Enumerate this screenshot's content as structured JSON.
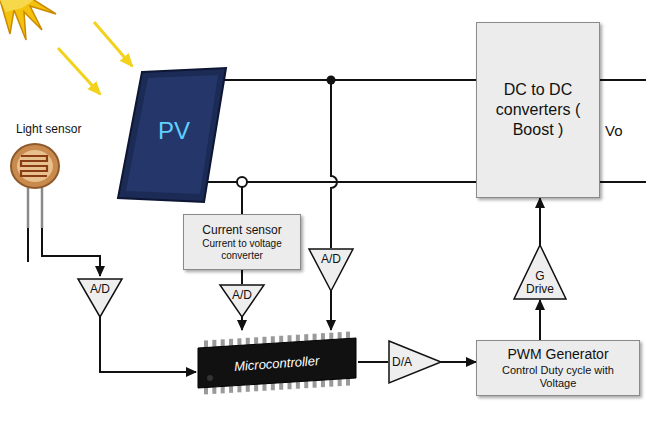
{
  "diagram": {
    "nodes": [
      {
        "text": [
          "PV"
        ]
      },
      {
        "text": [
          "DC to DC converters ( Boost )"
        ]
      },
      {
        "text": [
          "Current sensor",
          "Current to voltage converter"
        ]
      },
      {
        "text": [
          "A/D"
        ]
      },
      {
        "text": [
          "A/D"
        ]
      },
      {
        "text": [
          "A/D"
        ]
      },
      {
        "text": [
          "G Drive"
        ]
      },
      {
        "text": [
          "Microcontroller"
        ]
      },
      {
        "text": [
          "D/A"
        ]
      },
      {
        "text": [
          "PWM Generator",
          "Control Duty cycle with Voltage"
        ]
      }
    ],
    "edges": [
      {
        "from": 0,
        "to": 1,
        "arrow": "none"
      },
      {
        "from": 0,
        "to": 1,
        "arrow": "none"
      },
      {
        "from": 0,
        "to": 2,
        "arrow": "none"
      },
      {
        "from": 0,
        "to": 3,
        "arrow": "none"
      },
      {
        "from": 2,
        "to": 5,
        "arrow": "none"
      },
      {
        "from": 4,
        "to": 7,
        "arrow": "to"
      },
      {
        "from": 5,
        "to": 7,
        "arrow": "to"
      },
      {
        "from": 3,
        "to": 7,
        "arrow": "to"
      },
      {
        "from": 7,
        "to": 8,
        "arrow": "none"
      },
      {
        "from": 8,
        "to": 9,
        "arrow": "to"
      },
      {
        "from": 9,
        "to": 6,
        "arrow": "to"
      },
      {
        "from": 6,
        "to": 1,
        "arrow": "to"
      }
    ],
    "labels": [
      "Light sensor",
      "Vo"
    ]
  }
}
